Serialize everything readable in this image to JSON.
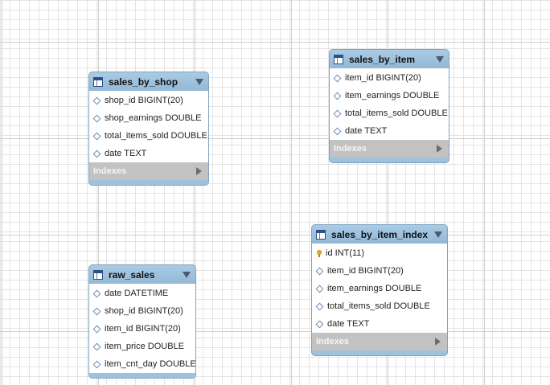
{
  "tables": {
    "sales_by_shop": {
      "title": "sales_by_shop",
      "columns": [
        "shop_id BIGINT(20)",
        "shop_earnings DOUBLE",
        "total_items_sold DOUBLE",
        "date TEXT"
      ],
      "indexes_label": "Indexes"
    },
    "sales_by_item": {
      "title": "sales_by_item",
      "columns": [
        "item_id BIGINT(20)",
        "item_earnings DOUBLE",
        "total_items_sold DOUBLE",
        "date TEXT"
      ],
      "indexes_label": "Indexes"
    },
    "sales_by_item_index": {
      "title": "sales_by_item_index",
      "columns": [
        "id INT(11)",
        "item_id BIGINT(20)",
        "item_earnings DOUBLE",
        "total_items_sold DOUBLE",
        "date TEXT"
      ],
      "indexes_label": "Indexes"
    },
    "raw_sales": {
      "title": "raw_sales",
      "columns": [
        "date DATETIME",
        "shop_id BIGINT(20)",
        "item_id BIGINT(20)",
        "item_price DOUBLE",
        "item_cnt_day DOUBLE"
      ]
    }
  },
  "icons": {
    "table": "table-icon",
    "column": "diamond-icon",
    "primary_key": "key-icon",
    "collapse": "triangle-down-icon",
    "expand": "triangle-right-icon"
  },
  "colors": {
    "header": "#9ec1dc",
    "indexes_bar": "#c2c2c2",
    "key": "#e9b71d"
  }
}
